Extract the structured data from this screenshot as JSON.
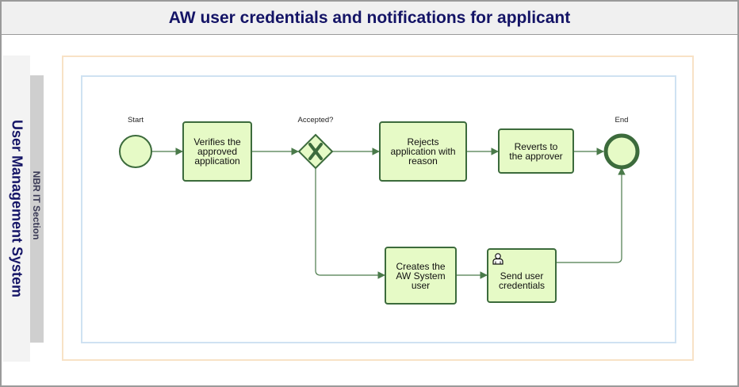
{
  "title": "AW user credentials and notifications for applicant",
  "pool": {
    "label": "User Management System"
  },
  "lane": {
    "label": "NBR IT Section"
  },
  "events": {
    "start": {
      "label": "Start"
    },
    "end": {
      "label": "End"
    }
  },
  "gateway": {
    "label": "Accepted?"
  },
  "tasks": {
    "verify": "Verifies the\napproved\napplication",
    "reject": "Rejects\napplication with\nreason",
    "revert": "Reverts to\nthe approver",
    "create": "Creates the\nAW System\nuser",
    "send": "Send user\ncredentials"
  },
  "colors": {
    "task_fill": "#e6fac6",
    "task_stroke": "#3c6b3c",
    "flow": "#4a7a4a",
    "title": "#141466"
  }
}
